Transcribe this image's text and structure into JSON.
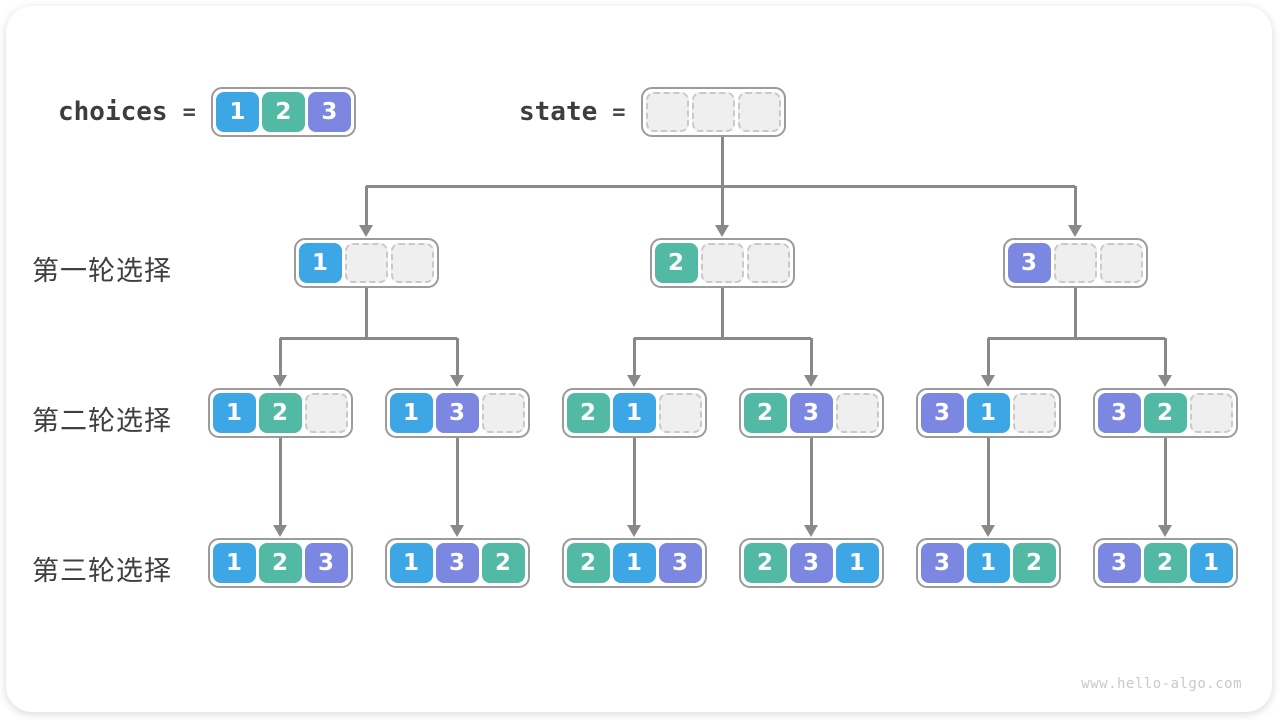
{
  "diagram": {
    "title_semantics": "permutation backtracking tree",
    "legend": {
      "choices_label": "choices",
      "equals_sign": "=",
      "state_label": "state",
      "choices_cells": [
        "1",
        "2",
        "3"
      ],
      "state_cells": [
        "",
        "",
        ""
      ]
    },
    "rows": [
      {
        "label": "第一轮选择",
        "nodes": [
          [
            "1",
            "",
            ""
          ],
          [
            "2",
            "",
            ""
          ],
          [
            "3",
            "",
            ""
          ]
        ]
      },
      {
        "label": "第二轮选择",
        "nodes": [
          [
            "1",
            "2",
            ""
          ],
          [
            "1",
            "3",
            ""
          ],
          [
            "2",
            "1",
            ""
          ],
          [
            "2",
            "3",
            ""
          ],
          [
            "3",
            "1",
            ""
          ],
          [
            "3",
            "2",
            ""
          ]
        ]
      },
      {
        "label": "第三轮选择",
        "nodes": [
          [
            "1",
            "2",
            "3"
          ],
          [
            "1",
            "3",
            "2"
          ],
          [
            "2",
            "1",
            "3"
          ],
          [
            "2",
            "3",
            "1"
          ],
          [
            "3",
            "1",
            "2"
          ],
          [
            "3",
            "2",
            "1"
          ]
        ]
      }
    ],
    "colors": {
      "value_1_blue": "#3da7e6",
      "value_2_teal": "#52b9a5",
      "value_3_purple": "#7b87e1",
      "empty_cell_fill": "#efefef",
      "empty_cell_border": "#c9c9c9",
      "box_border": "#9b9b9b",
      "arrow": "#898989",
      "label_text": "#3f3f3f",
      "watermark_text": "#c9c9c9"
    },
    "watermark": "www.hello-algo.com"
  }
}
